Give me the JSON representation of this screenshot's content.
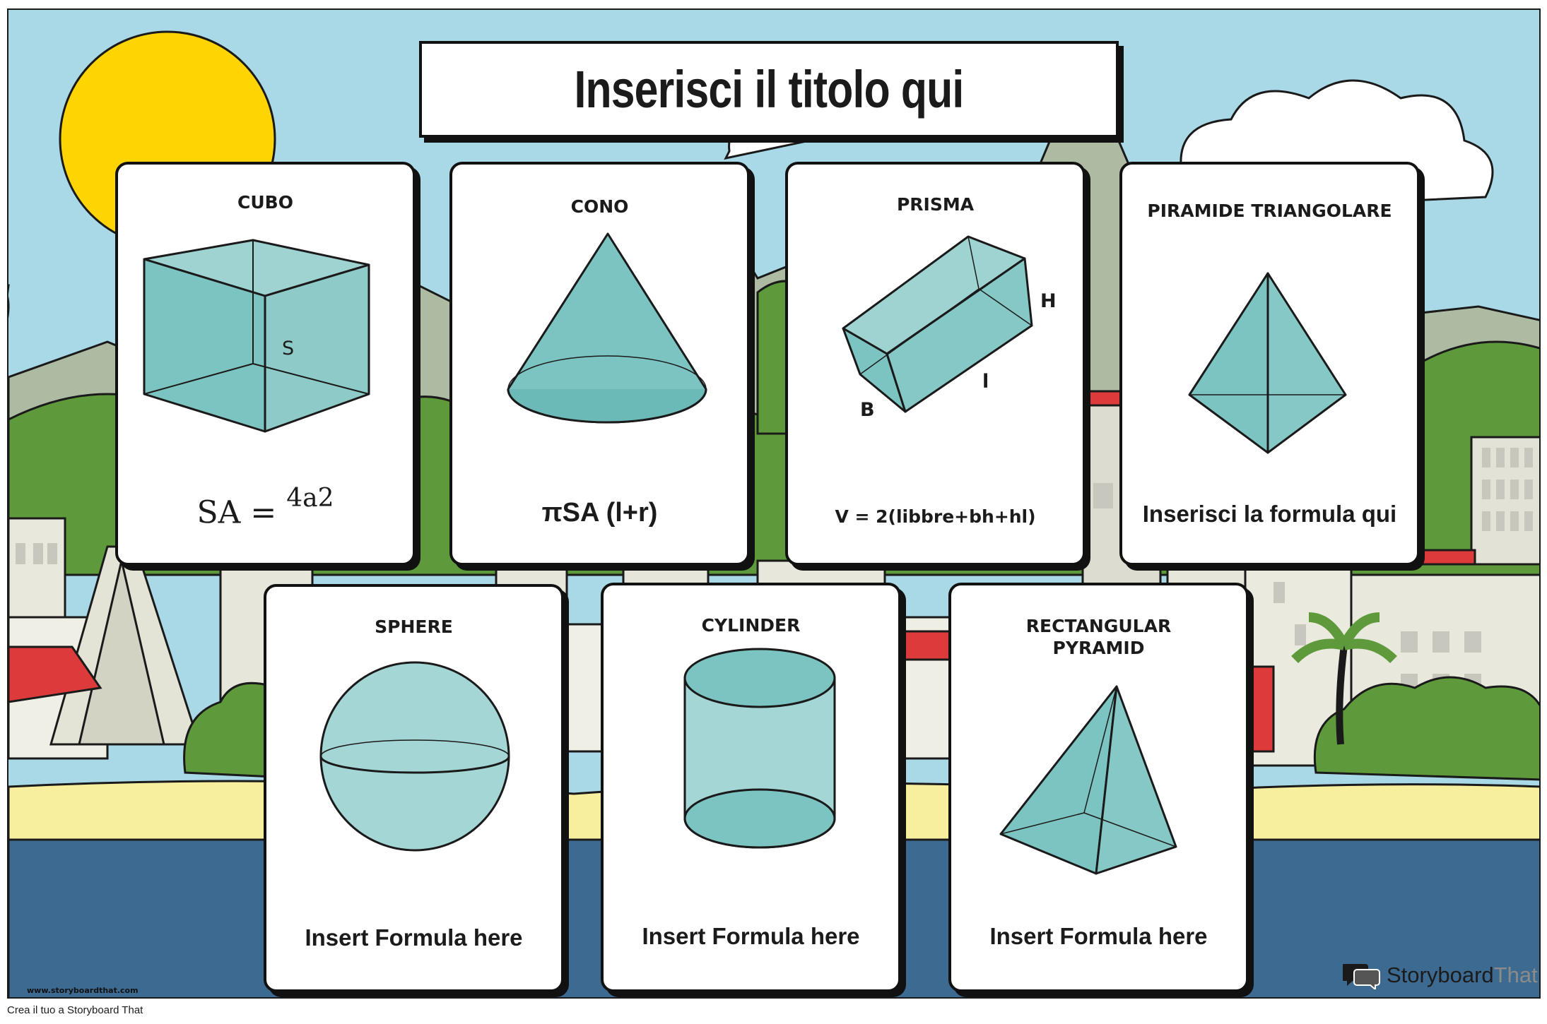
{
  "poster": {
    "title": "Inserisci il titolo qui"
  },
  "cards": [
    {
      "title": "CUBO",
      "formula_main": "SA = ",
      "formula_sup": "4a2",
      "labels": [
        "S"
      ]
    },
    {
      "title": "CONO",
      "formula": "πSA (l+r)"
    },
    {
      "title": "PRISMA",
      "formula": "V = 2(libbre+bh+hl)",
      "labels": [
        "H",
        "l",
        "B"
      ]
    },
    {
      "title": "PIRAMIDE TRIANGOLARE",
      "formula": "Inserisci la formula qui"
    },
    {
      "title": "SPHERE",
      "formula": "Insert Formula here"
    },
    {
      "title": "CYLINDER",
      "formula": "Insert Formula here"
    },
    {
      "title_line1": "RECTANGULAR",
      "title_line2": "PYRAMID",
      "formula": "Insert Formula here"
    }
  ],
  "branding": {
    "small_watermark": "www.storyboardthat.com",
    "logo_dark": "Storyboard",
    "logo_light": "That",
    "footer": "Crea il tuo a Storyboard That"
  },
  "colors": {
    "sky": "#a8d8e6",
    "sun": "#ffd400",
    "shape_fill": "#7cc4c1",
    "water": "#3d6a91",
    "sand": "#f7ee9e",
    "grass": "#5e9a3b"
  }
}
